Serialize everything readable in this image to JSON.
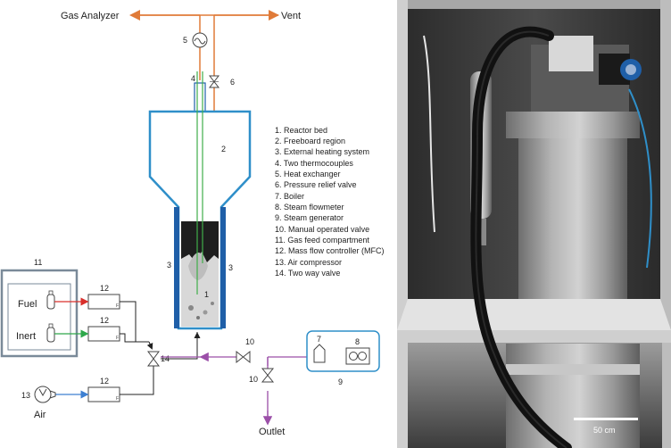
{
  "diagram": {
    "top_labels": {
      "gas_analyzer": "Gas Analyzer",
      "vent": "Vent"
    },
    "bottom_labels": {
      "outlet": "Outlet",
      "air": "Air"
    },
    "compartment_labels": {
      "fuel": "Fuel",
      "inert": "Inert"
    },
    "numbers": {
      "n1": "1",
      "n2": "2",
      "n3a": "3",
      "n3b": "3",
      "n4": "4",
      "n5": "5",
      "n6": "6",
      "n7": "7",
      "n8": "8",
      "n9": "9",
      "n10a": "10",
      "n10b": "10",
      "n11": "11",
      "n12a": "12",
      "n12b": "12",
      "n12c": "12",
      "n13": "13",
      "n14": "14"
    },
    "legend": [
      "1. Reactor bed",
      "2. Freeboard region",
      "3. External heating system",
      "4. Two thermocouples",
      "5. Heat exchanger",
      "6. Pressure relief valve",
      "7. Boiler",
      "8. Steam flowmeter",
      "9. Steam generator",
      "10. Manual operated valve",
      "11. Gas feed compartment",
      "12. Mass flow controller (MFC)",
      "13. Air compressor",
      "14. Two way valve"
    ],
    "colors": {
      "gas_lines": "#e07b39",
      "steam_lines": "#9b4fa8",
      "reactor_blue": "#2f8fc9",
      "heater_blue": "#1f5fa8",
      "thermocouple": "#3fae49",
      "fuel_line": "#d9302c",
      "inert_line": "#2ea84a",
      "air_line": "#3d7fd1",
      "compartment_border": "#7a8a99"
    }
  },
  "photo": {
    "scale_bar_label": "50 cm"
  }
}
